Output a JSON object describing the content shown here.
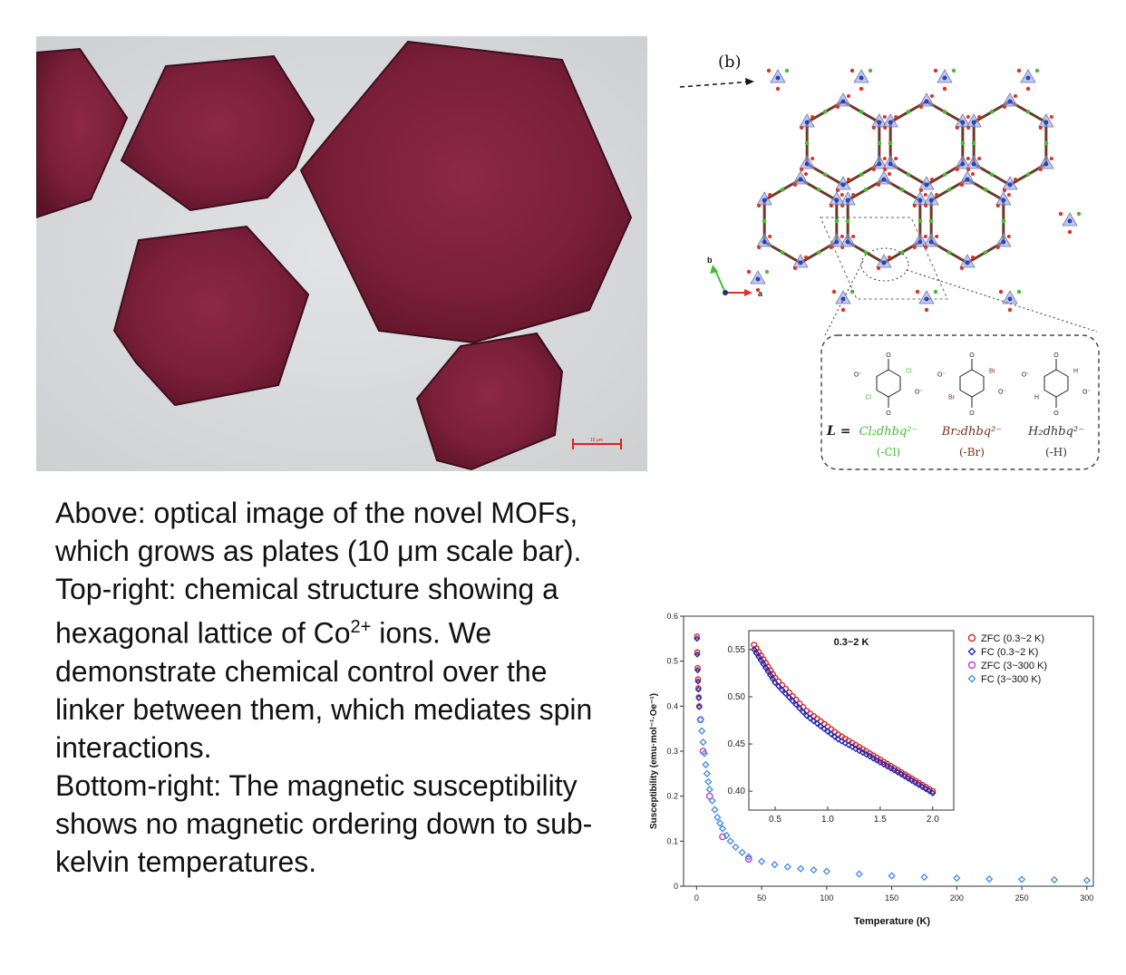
{
  "colors": {
    "crystal": "#7a1f3a",
    "background_image": "#d9dadb",
    "zfc_low": "#d62828",
    "fc_low": "#1f2ab8",
    "zfc_high": "#c040c0",
    "fc_high": "#4a90e8",
    "oxygen": "#e03020",
    "chlorine": "#40c030",
    "cobalt": "#2a40c0",
    "carbon": "#6b3a2a"
  },
  "optical": {
    "scale_bar_label": "10 μm"
  },
  "structure": {
    "panel_label": "(b)",
    "axis_b": "b",
    "axis_a": "a",
    "ligand_prefix": "L =",
    "ligands": [
      {
        "formula": "Cl₂dhbq²⁻",
        "substituent": "(-Cl)",
        "atom": "Cl",
        "color": "#40c030"
      },
      {
        "formula": "Br₂dhbq²⁻",
        "substituent": "(-Br)",
        "atom": "Br",
        "color": "#7a3010"
      },
      {
        "formula": "H₂dhbq²⁻",
        "substituent": "(-H)",
        "atom": "H",
        "color": "#333333"
      }
    ],
    "atom_labels": {
      "O": "O",
      "O_minus": "O⁻",
      "Cl": "Cl",
      "Br": "Br",
      "H": "H"
    }
  },
  "caption": {
    "p1": "Above: optical image of the novel MOFs, which grows as plates (10 μm scale bar).",
    "p2_pre": "Top-right: chemical structure showing a hexagonal lattice of Co",
    "p2_sup": "2+",
    "p2_post": " ions. We demonstrate chemical control over the linker between them, which mediates spin interactions.",
    "p3": "Bottom-right: The magnetic susceptibility shows no magnetic ordering down to sub-kelvin temperatures."
  },
  "chart_data": {
    "type": "scatter",
    "xlabel": "Temperature (K)",
    "ylabel": "Susceptibility (emu·mol⁻¹·Oe⁻¹)",
    "xlim": [
      -10,
      305
    ],
    "ylim": [
      0,
      0.6
    ],
    "xticks": [
      0,
      50,
      100,
      150,
      200,
      250,
      300
    ],
    "yticks": [
      0,
      0.1,
      0.2,
      0.3,
      0.4,
      0.5,
      0.6
    ],
    "xtick_labels": [
      "0",
      "50",
      "100",
      "150",
      "200",
      "250",
      "300"
    ],
    "ytick_labels": [
      "0",
      "0.1",
      "0.2",
      "0.3",
      "0.4",
      "0.5",
      "0.6"
    ],
    "legend_position": "top-right",
    "series": [
      {
        "name": "ZFC (0.3~2 K)",
        "marker": "circle",
        "color": "#d62828",
        "x": [
          0.3,
          0.5,
          0.8,
          1.1,
          1.4,
          1.7,
          2.0
        ],
        "y": [
          0.555,
          0.52,
          0.485,
          0.46,
          0.44,
          0.42,
          0.4
        ]
      },
      {
        "name": "FC (0.3~2 K)",
        "marker": "diamond",
        "color": "#1f2ab8",
        "x": [
          0.3,
          0.5,
          0.8,
          1.1,
          1.4,
          1.7,
          2.0
        ],
        "y": [
          0.55,
          0.515,
          0.48,
          0.455,
          0.437,
          0.418,
          0.398
        ]
      },
      {
        "name": "ZFC (3~300 K)",
        "marker": "circle",
        "color": "#c040c0",
        "x": [
          3,
          5,
          10,
          20,
          40
        ],
        "y": [
          0.37,
          0.3,
          0.2,
          0.11,
          0.06
        ]
      },
      {
        "name": "FC (3~300 K)",
        "marker": "diamond",
        "color": "#4a90e8",
        "x": [
          3,
          4,
          5,
          6,
          7,
          8,
          9,
          10,
          12,
          14,
          16,
          18,
          20,
          23,
          26,
          30,
          35,
          40,
          50,
          60,
          70,
          80,
          90,
          100,
          125,
          150,
          175,
          200,
          225,
          250,
          275,
          300
        ],
        "y": [
          0.37,
          0.345,
          0.32,
          0.295,
          0.27,
          0.25,
          0.232,
          0.215,
          0.19,
          0.17,
          0.153,
          0.14,
          0.128,
          0.113,
          0.1,
          0.087,
          0.075,
          0.065,
          0.055,
          0.048,
          0.043,
          0.039,
          0.036,
          0.033,
          0.027,
          0.023,
          0.02,
          0.018,
          0.016,
          0.015,
          0.014,
          0.013
        ]
      }
    ],
    "inset": {
      "title": "0.3~2 K",
      "xlim": [
        0.25,
        2.2
      ],
      "ylim": [
        0.38,
        0.57
      ],
      "xticks": [
        0.5,
        1.0,
        1.5,
        2.0
      ],
      "yticks": [
        0.4,
        0.45,
        0.5,
        0.55
      ],
      "xtick_labels": [
        "0.5",
        "1.0",
        "1.5",
        "2.0"
      ],
      "ytick_labels": [
        "0.40",
        "0.45",
        "0.50",
        "0.55"
      ]
    }
  }
}
